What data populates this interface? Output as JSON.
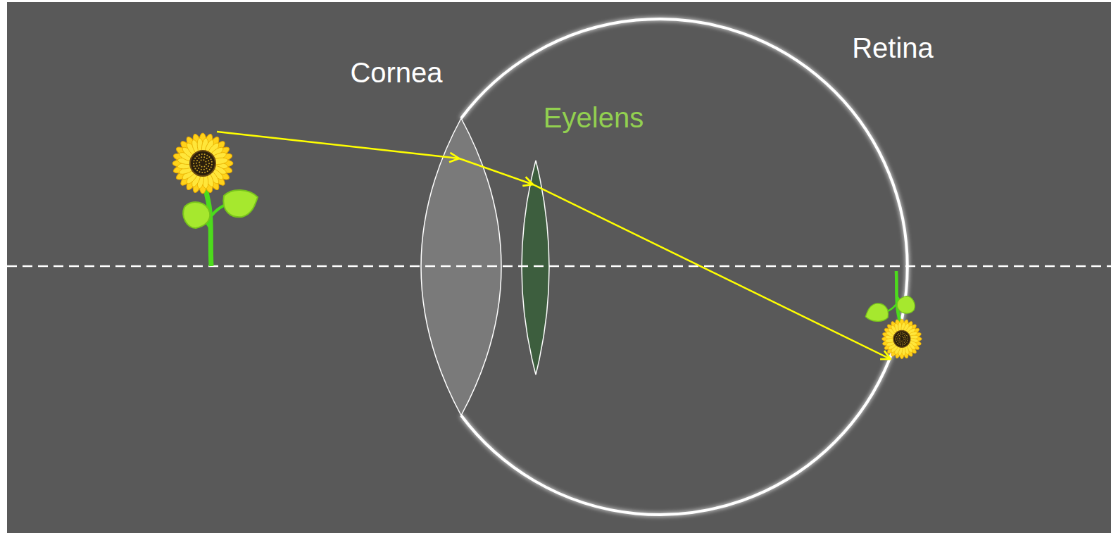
{
  "diagram": {
    "labels": [
      "Cornea",
      "Eyelens",
      "Retina"
    ]
  }
}
